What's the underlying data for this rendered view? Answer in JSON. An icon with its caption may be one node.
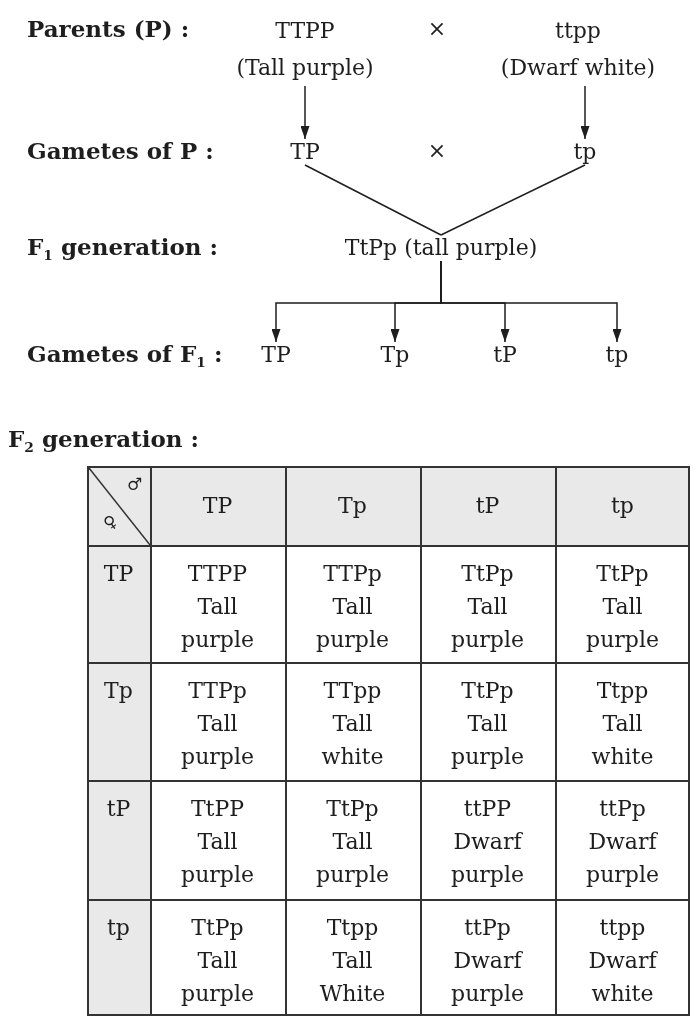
{
  "diagram": {
    "nodes": [
      {
        "text": [
          "TTPP",
          "(Tall purple)"
        ]
      },
      {
        "text": [
          "ttpp",
          "(Dwarf white)"
        ]
      },
      {
        "text": [
          "TP"
        ]
      },
      {
        "text": [
          "tp"
        ]
      },
      {
        "text": [
          "TtPp (tall purple)"
        ]
      },
      {
        "text": [
          "TP"
        ]
      },
      {
        "text": [
          "Tp"
        ]
      },
      {
        "text": [
          "tP"
        ]
      },
      {
        "text": [
          "tp"
        ]
      }
    ],
    "edges": [
      {
        "from": 0,
        "to": 2,
        "arrow": "to"
      },
      {
        "from": 1,
        "to": 3,
        "arrow": "to"
      },
      {
        "from": 2,
        "to": 4,
        "arrow": "none"
      },
      {
        "from": 3,
        "to": 4,
        "arrow": "none"
      },
      {
        "from": 4,
        "to": 5,
        "arrow": "to"
      },
      {
        "from": 4,
        "to": 6,
        "arrow": "to"
      },
      {
        "from": 4,
        "to": 7,
        "arrow": "to"
      },
      {
        "from": 4,
        "to": 8,
        "arrow": "to"
      }
    ],
    "labels": [
      "Parents (P) :",
      "×",
      "Gametes of P :",
      "×",
      "F$_{1}$ generation :",
      "Gametes of F$_{1}$ :",
      "F$_{2}$ generation :",
      "♂",
      "♀",
      "TP",
      "Tp",
      "tP",
      "tp",
      "TP",
      "TTPP Tall purple",
      "TTPp Tall purple",
      "TtPp Tall purple",
      "TtPp Tall purple",
      "Tp",
      "TTPp Tall purple",
      "TTpp Tall white",
      "TtPp Tall purple",
      "Ttpp Tall white",
      "tP",
      "TtPP Tall purple",
      "TtPp Tall purple",
      "ttPP Dwarf purple",
      "ttPp Dwarf purple",
      "tp",
      "TtPp Tall purple",
      "Ttpp Tall White",
      "ttPp Dwarf purple",
      "ttpp Dwarf white"
    ]
  }
}
